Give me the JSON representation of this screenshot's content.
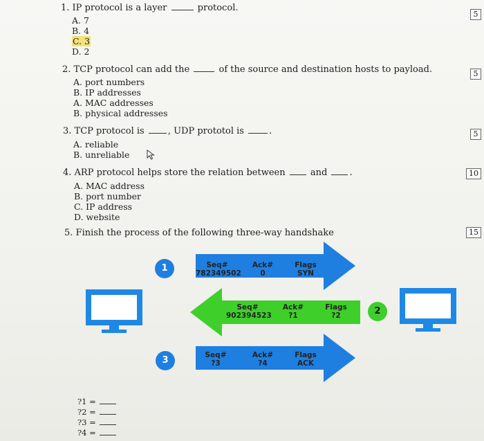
{
  "q1": {
    "number": "1.",
    "text_a": "IP protocol is a layer",
    "text_b": "protocol.",
    "options": [
      "A. 7",
      "B. 4",
      "C. 3",
      "D. 2"
    ],
    "points": "5"
  },
  "q2": {
    "number": "2.",
    "text_a": "TCP protocol can add the",
    "text_b": "of the source and destination hosts to payload.",
    "options": [
      "A. port numbers",
      "B. IP addresses",
      "A. MAC addresses",
      "B. physical addresses"
    ],
    "points": "5"
  },
  "q3": {
    "number": "3.",
    "text_a": "TCP protocol is",
    "text_b": ", UDP prototol is",
    "text_c": ".",
    "options": [
      "A. reliable",
      "B. unreliable"
    ],
    "points": "5"
  },
  "q4": {
    "number": "4.",
    "text_a": "ARP protocol helps store the relation between",
    "text_b": "and",
    "text_c": ".",
    "options": [
      "A. MAC address",
      "B. port number",
      "C. IP address",
      "D. website"
    ],
    "points": "10"
  },
  "q5": {
    "number": "5.",
    "text": "Finish the process of the following three-way handshake",
    "points": "15"
  },
  "handshake": {
    "colors": {
      "blue": "#1e7fe0",
      "green": "#3fcf2a"
    },
    "step1": {
      "badge": "1",
      "seq_label": "Seq#",
      "seq_value": "782349502",
      "ack_label": "Ack#",
      "ack_value": "0",
      "flags_label": "Flags",
      "flags_value": "SYN"
    },
    "step2": {
      "badge": "2",
      "seq_label": "Seq#",
      "seq_value": "902394523",
      "ack_label": "Ack#",
      "ack_value": "?1",
      "flags_label": "Flags",
      "flags_value": "?2"
    },
    "step3": {
      "badge": "3",
      "seq_label": "Seq#",
      "seq_value": "?3",
      "ack_label": "Ack#",
      "ack_value": "?4",
      "flags_label": "Flags",
      "flags_value": "ACK"
    }
  },
  "answers": [
    {
      "label": "?1 ="
    },
    {
      "label": "?2 ="
    },
    {
      "label": "?3 ="
    },
    {
      "label": "?4 ="
    }
  ]
}
